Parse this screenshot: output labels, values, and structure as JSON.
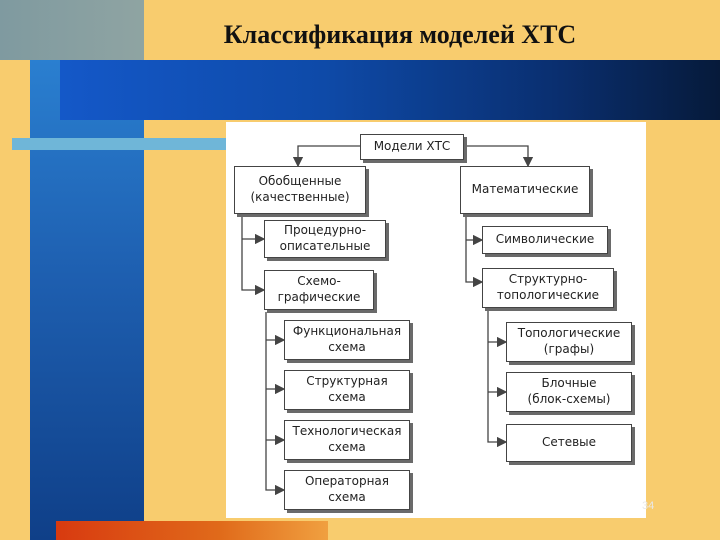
{
  "title": "Классификация моделей ХТС",
  "page_number": "34",
  "diagram": {
    "root": "Модели ХТС",
    "left_branch": "Обобщенные\n(качественные)",
    "right_branch": "Математические",
    "left_children": [
      "Процедурно-\nописательные",
      "Схемо-\nграфические"
    ],
    "schemo_children": [
      "Функциональная\nсхема",
      "Структурная\nсхема",
      "Технологическая\nсхема",
      "Операторная\nсхема"
    ],
    "right_children": [
      "Символические",
      "Структурно-\nтопологические"
    ],
    "topo_children": [
      "Топологические\n(графы)",
      "Блочные\n(блок-схемы)",
      "Сетевые"
    ]
  }
}
